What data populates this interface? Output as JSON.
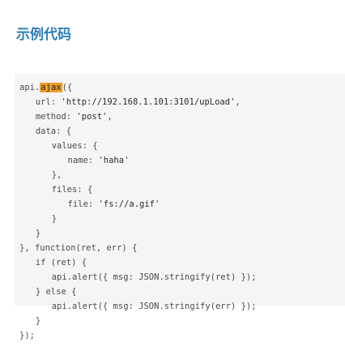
{
  "heading": "示例代码",
  "highlight_color": "#f0a028",
  "code": {
    "lines": [
      {
        "indent": 0,
        "tokens": [
          {
            "t": "api."
          },
          {
            "t": "ajax",
            "hl": true
          },
          {
            "t": "({"
          }
        ]
      },
      {
        "indent": 3,
        "tokens": [
          {
            "t": "url: "
          },
          {
            "t": "'http://192.168.1.101:3101/upLoad'",
            "s": true
          },
          {
            "t": ","
          }
        ]
      },
      {
        "indent": 3,
        "tokens": [
          {
            "t": "method: "
          },
          {
            "t": "'post'",
            "s": true
          },
          {
            "t": ","
          }
        ]
      },
      {
        "indent": 3,
        "tokens": [
          {
            "t": "data: {"
          }
        ]
      },
      {
        "indent": 6,
        "tokens": [
          {
            "t": "values: {"
          }
        ]
      },
      {
        "indent": 9,
        "tokens": [
          {
            "t": "name: "
          },
          {
            "t": "'haha'",
            "s": true
          }
        ]
      },
      {
        "indent": 6,
        "tokens": [
          {
            "t": "},"
          }
        ]
      },
      {
        "indent": 6,
        "tokens": [
          {
            "t": "files: {"
          }
        ]
      },
      {
        "indent": 9,
        "tokens": [
          {
            "t": "file: "
          },
          {
            "t": "'fs://a.gif'",
            "s": true
          }
        ]
      },
      {
        "indent": 6,
        "tokens": [
          {
            "t": "}"
          }
        ]
      },
      {
        "indent": 3,
        "tokens": [
          {
            "t": "}"
          }
        ]
      },
      {
        "indent": 0,
        "tokens": [
          {
            "t": "}, function(ret, err) {"
          }
        ]
      },
      {
        "indent": 3,
        "tokens": [
          {
            "t": "if (ret) {"
          }
        ]
      },
      {
        "indent": 6,
        "tokens": [
          {
            "t": "api.alert({ msg: JSON.stringify(ret) });"
          }
        ]
      },
      {
        "indent": 3,
        "tokens": [
          {
            "t": "} else {"
          }
        ]
      },
      {
        "indent": 6,
        "tokens": [
          {
            "t": "api.alert({ msg: JSON.stringify(err) });"
          }
        ]
      },
      {
        "indent": 3,
        "tokens": [
          {
            "t": "}"
          }
        ]
      },
      {
        "indent": 0,
        "tokens": [
          {
            "t": "});"
          }
        ]
      }
    ]
  }
}
